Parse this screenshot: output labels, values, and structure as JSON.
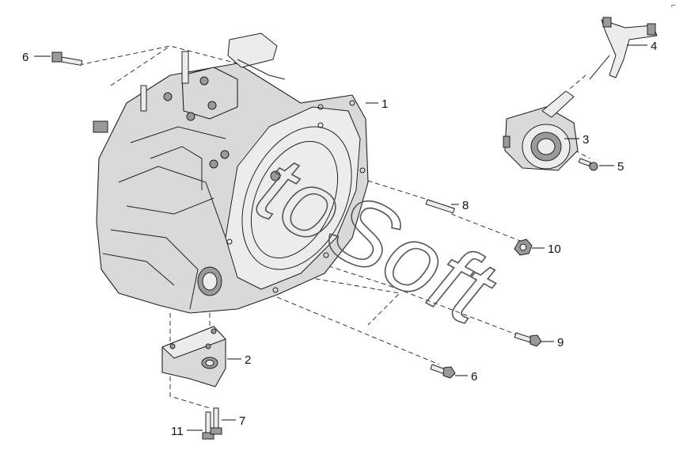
{
  "watermark": "toSoft",
  "corner_mark": "⌐",
  "callouts": [
    {
      "id": "c1",
      "label": "1"
    },
    {
      "id": "c2",
      "label": "2"
    },
    {
      "id": "c3",
      "label": "3"
    },
    {
      "id": "c4",
      "label": "4"
    },
    {
      "id": "c5",
      "label": "5"
    },
    {
      "id": "c6a",
      "label": "6"
    },
    {
      "id": "c6b",
      "label": "6"
    },
    {
      "id": "c7",
      "label": "7"
    },
    {
      "id": "c8",
      "label": "8"
    },
    {
      "id": "c9",
      "label": "9"
    },
    {
      "id": "c10",
      "label": "10"
    },
    {
      "id": "c11",
      "label": "11"
    }
  ]
}
